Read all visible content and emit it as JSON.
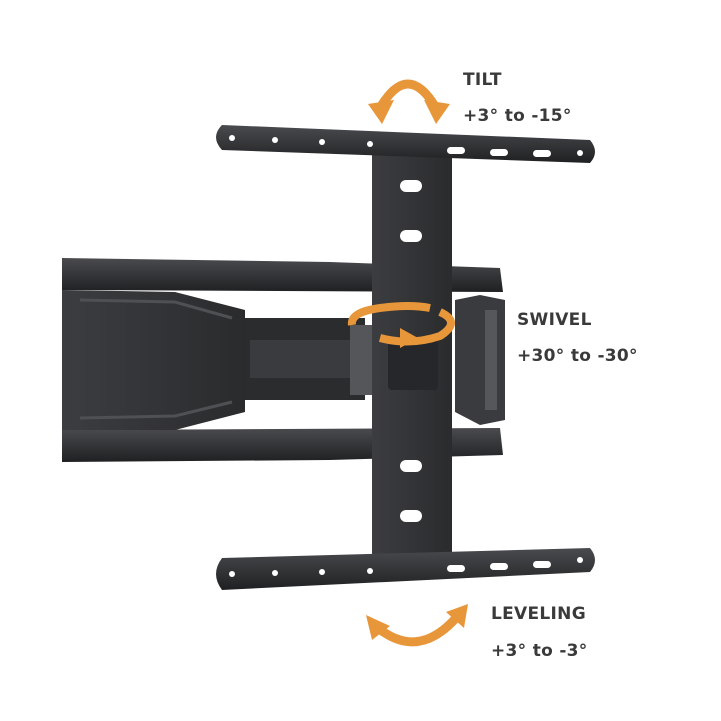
{
  "annotations": {
    "tilt": {
      "title": "TILT",
      "range": "+3° to -15°"
    },
    "swivel": {
      "title": "SWIVEL",
      "range": "+30° to -30°"
    },
    "leveling": {
      "title": "LEVELING",
      "range": "+3° to -3°"
    }
  },
  "colors": {
    "arrow": "#E8963A",
    "metal": "#2E2F31",
    "text": "#3A3A3A"
  }
}
